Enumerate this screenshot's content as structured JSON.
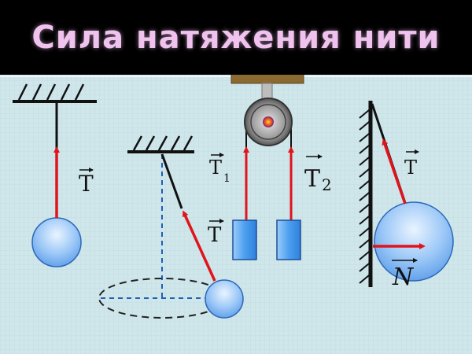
{
  "title": "Сила натяжения нити",
  "labels": {
    "t_hanging": "T",
    "t_conical": "T",
    "t1": "T",
    "t1_sub": "1",
    "t2": "T",
    "t2_sub": "2",
    "t_wall": "T",
    "n_wall": "N"
  },
  "colors": {
    "background": "#cfe6ea",
    "title_text": "#f0c2ee",
    "tension_arrow": "#e0141c",
    "ball_fill": "#7fb6f5",
    "block_fill": "#59a7f2",
    "support": "#111111",
    "beam": "#8b6a32"
  }
}
